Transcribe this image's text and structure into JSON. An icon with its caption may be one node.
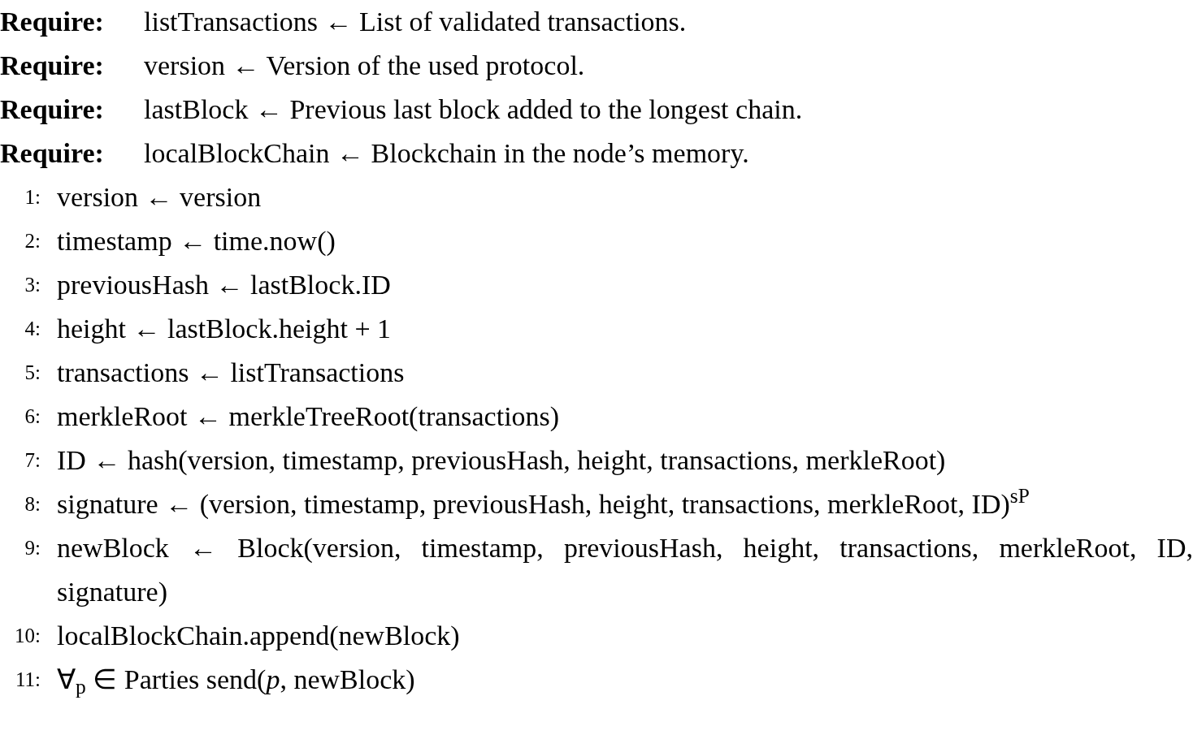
{
  "diagram": {
    "labels": [
      "Require:",
      "listTransactions ← List of validated transactions.",
      "Require:",
      "version ← Version of the used protocol.",
      "Require:",
      "lastBlock ← Previous last block added to the longest chain.",
      "Require:",
      "localBlockChain ← Blockchain in the node’s memory.",
      "1:",
      "version ← version",
      "2:",
      "timestamp ← time.now()",
      "3:",
      "previousHash ← lastBlock.ID",
      "4:",
      "height ← lastBlock.height + 1",
      "5:",
      "transactions ← listTransactions",
      "6:",
      "merkleRoot ← merkleTreeRoot(transactions)",
      "7:",
      "ID ← hash(version, timestamp, previousHash, height, transactions, merkleRoot)",
      "8:",
      "signature ← (version, timestamp, previousHash, height, transactions, merkleRoot, ID)$^{sP}$",
      "9:",
      "newBlock ← Block(version, timestamp, previousHash, height, transactions, merkleRoot, ID, signature)",
      "10:",
      "localBlockChain.append(newBlock)",
      "11:",
      "∀$_{p}$ ∈ Parties send(*p*, newBlock)"
    ]
  }
}
